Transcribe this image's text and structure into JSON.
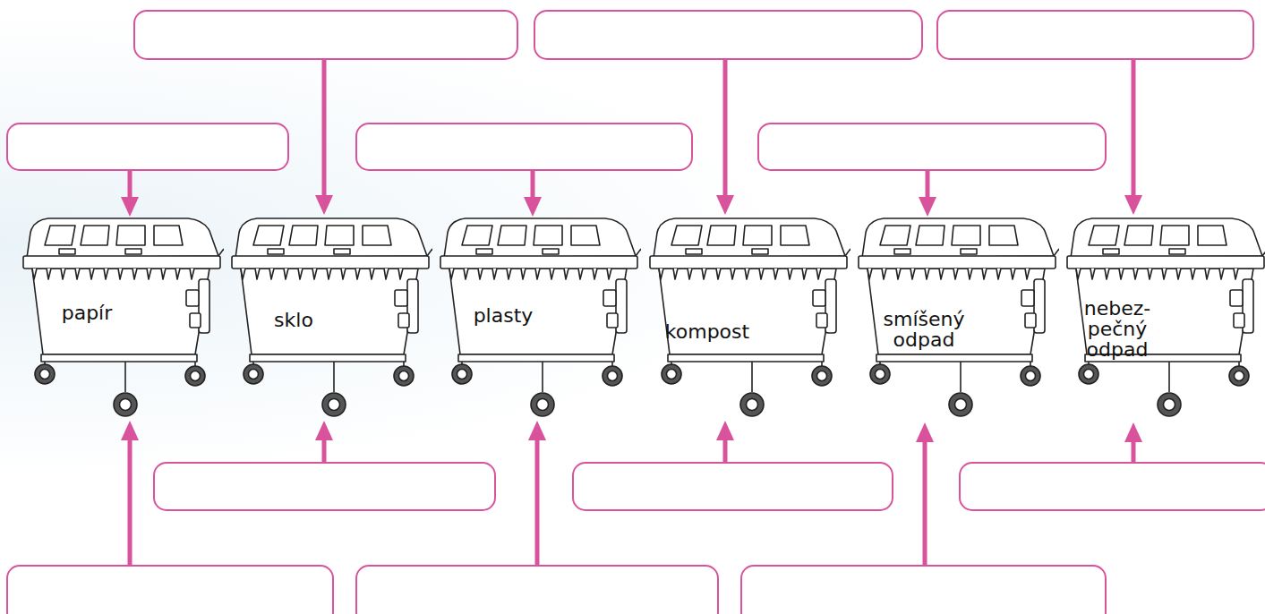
{
  "diagram": {
    "nodes": [
      {
        "text": [
          "papír"
        ]
      },
      {
        "text": [
          "sklo"
        ]
      },
      {
        "text": [
          "plasty"
        ]
      },
      {
        "text": [
          "kompost"
        ]
      },
      {
        "text": [
          "smíšený odpad"
        ]
      },
      {
        "text": [
          "nebez- pečný odpad"
        ]
      }
    ]
  }
}
